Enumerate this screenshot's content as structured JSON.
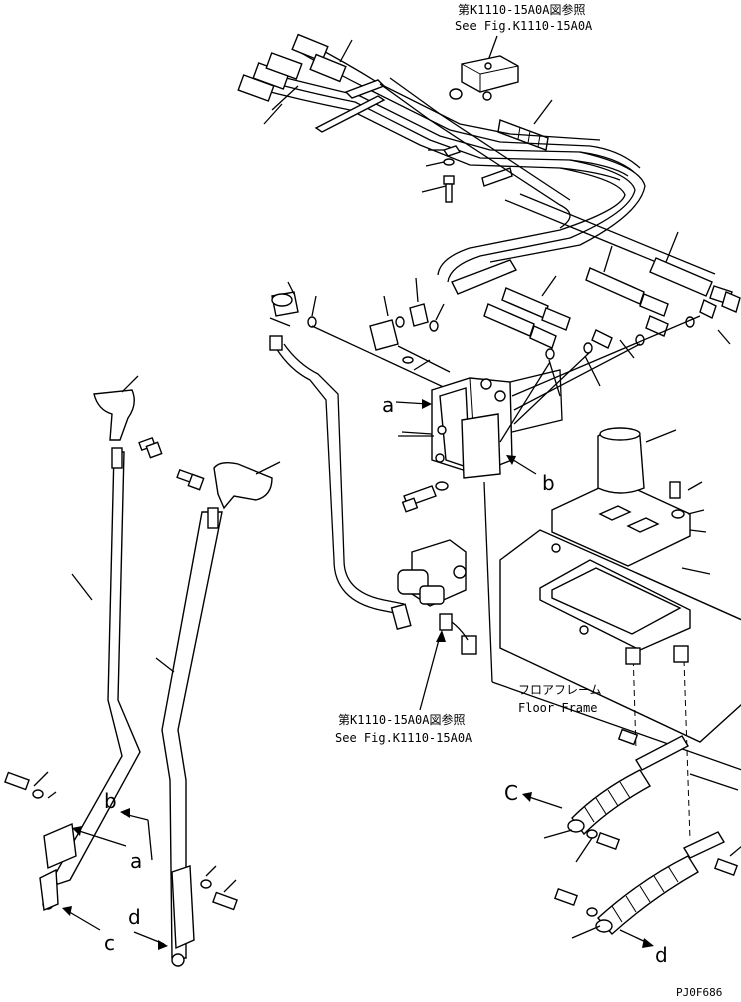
{
  "references": {
    "top": {
      "jp": "第K1110-15A0A図参照",
      "en": "See Fig.K1110-15A0A"
    },
    "middle": {
      "jp": "第K1110-15A0A図参照",
      "en": "See Fig.K1110-15A0A"
    }
  },
  "floor_frame": {
    "jp": "フロアフレーム",
    "en": "Floor Frame"
  },
  "connection_letters": {
    "a_valve": "a",
    "b_valve": "b",
    "b_lever": "b",
    "a_lever": "a",
    "c_lever": "c",
    "d_lever": "d",
    "c_bellows": "C",
    "d_bellows": "d"
  },
  "drawing_code": "PJ0F686"
}
